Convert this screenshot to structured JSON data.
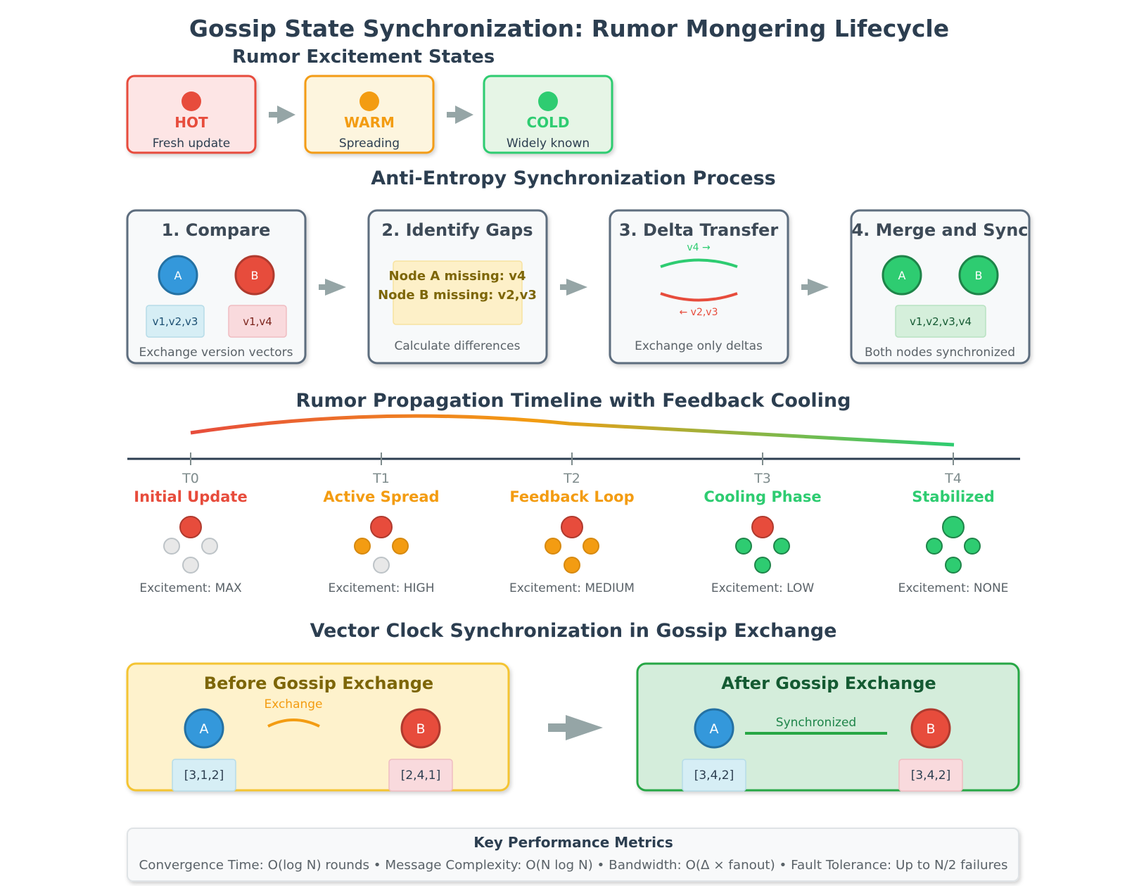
{
  "title": "Gossip State Synchronization: Rumor Mongering Lifecycle",
  "excitement": {
    "heading": "Rumor Excitement States",
    "states": [
      {
        "label": "HOT",
        "desc": "Fresh update",
        "color": "#e74c3c",
        "fill": "#fde5e5"
      },
      {
        "label": "WARM",
        "desc": "Spreading",
        "color": "#f39c12",
        "fill": "#fdf5de"
      },
      {
        "label": "COLD",
        "desc": "Widely known",
        "color": "#2ecc71",
        "fill": "#e6f5e6"
      }
    ]
  },
  "anti_entropy": {
    "heading": "Anti-Entropy Synchronization Process",
    "steps": [
      {
        "title": "1. Compare",
        "caption": "Exchange version vectors",
        "node_a": "A",
        "node_b": "B",
        "vec_a": "v1,v2,v3",
        "vec_b": "v1,v4"
      },
      {
        "title": "2. Identify Gaps",
        "caption": "Calculate differences",
        "gap_a": "Node A missing: v4",
        "gap_b": "Node B missing: v2,v3"
      },
      {
        "title": "3. Delta Transfer",
        "caption": "Exchange only deltas",
        "forward": "v4 →",
        "backward": "← v2,v3"
      },
      {
        "title": "4. Merge and Sync",
        "caption": "Both nodes synchronized",
        "node_a": "A",
        "node_b": "B",
        "merged": "v1,v2,v3,v4"
      }
    ]
  },
  "timeline": {
    "heading": "Rumor Propagation Timeline with Feedback Cooling",
    "points": [
      {
        "t": "T0",
        "phase": "Initial Update",
        "phase_color": "#e74c3c",
        "excitement": "Excitement: MAX",
        "nodes": [
          "#e74c3c",
          "#e8e8e8",
          "#e8e8e8",
          "#e8e8e8"
        ]
      },
      {
        "t": "T1",
        "phase": "Active Spread",
        "phase_color": "#f39c12",
        "excitement": "Excitement: HIGH",
        "nodes": [
          "#e74c3c",
          "#f39c12",
          "#f39c12",
          "#e8e8e8"
        ]
      },
      {
        "t": "T2",
        "phase": "Feedback Loop",
        "phase_color": "#f39c12",
        "excitement": "Excitement: MEDIUM",
        "nodes": [
          "#e74c3c",
          "#f39c12",
          "#f39c12",
          "#f39c12"
        ]
      },
      {
        "t": "T3",
        "phase": "Cooling Phase",
        "phase_color": "#2ecc71",
        "excitement": "Excitement: LOW",
        "nodes": [
          "#e74c3c",
          "#2ecc71",
          "#2ecc71",
          "#2ecc71"
        ]
      },
      {
        "t": "T4",
        "phase": "Stabilized",
        "phase_color": "#2ecc71",
        "excitement": "Excitement: NONE",
        "nodes": [
          "#2ecc71",
          "#2ecc71",
          "#2ecc71",
          "#2ecc71"
        ]
      }
    ]
  },
  "vector_clock": {
    "heading": "Vector Clock Synchronization in Gossip Exchange",
    "before": {
      "title": "Before Gossip Exchange",
      "link_label": "Exchange",
      "node_a": "A",
      "node_b": "B",
      "clock_a": "[3,1,2]",
      "clock_b": "[2,4,1]"
    },
    "after": {
      "title": "After Gossip Exchange",
      "link_label": "Synchronized",
      "node_a": "A",
      "node_b": "B",
      "clock_a": "[3,4,2]",
      "clock_b": "[3,4,2]"
    }
  },
  "metrics": {
    "heading": "Key Performance Metrics",
    "text": "Convergence Time: O(log N) rounds • Message Complexity: O(N log N) • Bandwidth: O(Δ × fanout) • Fault Tolerance: Up to N/2 failures"
  },
  "colors": {
    "dark_text": "#2c3e50",
    "gray_text": "#5a6268",
    "red": "#e74c3c",
    "orange": "#f39c12",
    "green": "#2ecc71",
    "blue": "#3498db",
    "arrow": "#95a5a6",
    "box_border": "#5d6d7e"
  }
}
